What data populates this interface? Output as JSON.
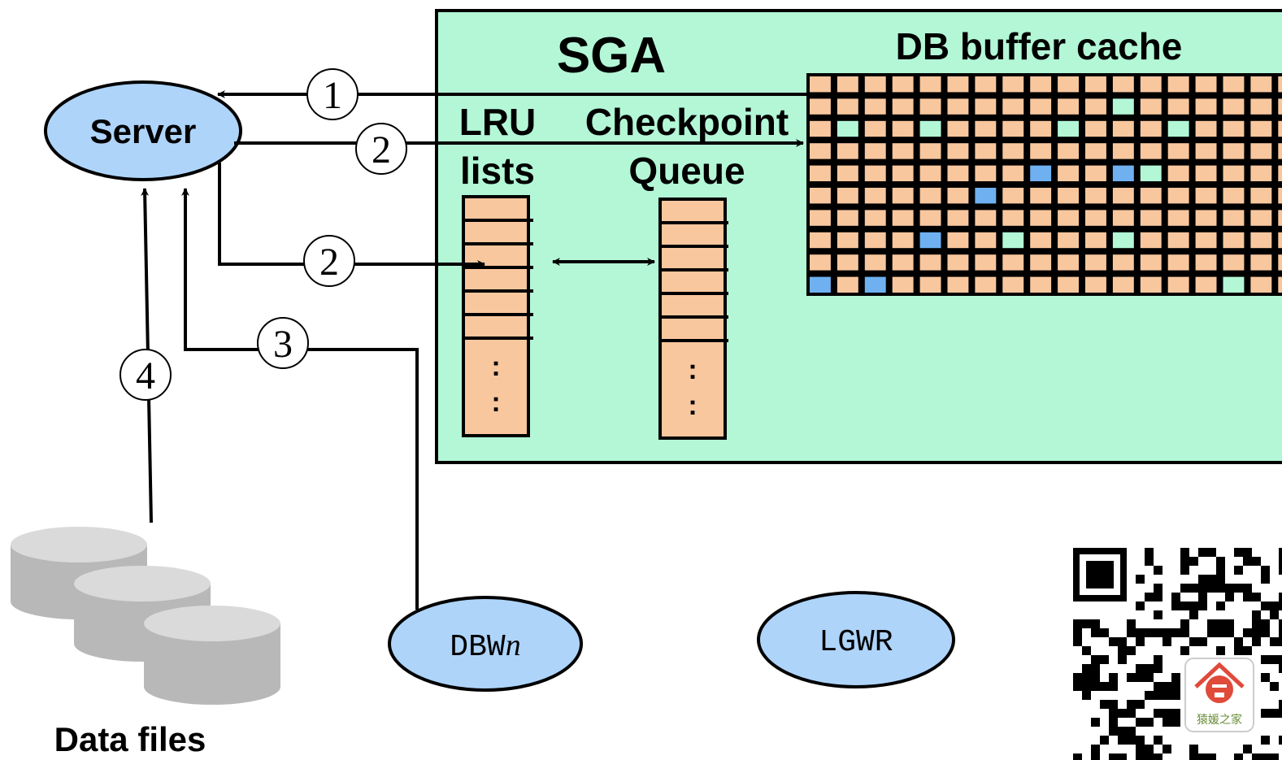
{
  "sga": {
    "title": "SGA",
    "buffer_cache_title": "DB buffer cache",
    "lru_label_line1": "LRU",
    "lru_label_line2": "lists",
    "checkpoint_label_line1": "Checkpoint",
    "checkpoint_label_line2": "Queue",
    "list_ellipsis": ":"
  },
  "processes": {
    "server": "Server",
    "dbwn_prefix": "DBW",
    "dbwn_suffix": "n",
    "lgwr": "LGWR"
  },
  "storage": {
    "data_files": "Data files"
  },
  "steps": {
    "one": "1",
    "two_a": "2",
    "two_b": "2",
    "three": "3",
    "four": "4"
  },
  "watermark": {
    "text": "猿媛之家",
    "type": "qr-code-with-logo"
  },
  "colors": {
    "sga_fill": "#b3f7d7",
    "buffer_fill": "#f9c79e",
    "process_fill": "#aed4fa",
    "highlight_blue": "#6fb1f0",
    "highlight_green": "#b3f7d7",
    "disk_fill": "#b8b8b8",
    "disk_top": "#dadada",
    "line": "#000000"
  },
  "buffer_grid": {
    "rows": 10,
    "visible_cols": 17,
    "highlighted_cells": [
      {
        "row": 1,
        "col": 11,
        "state": "green"
      },
      {
        "row": 2,
        "col": 1,
        "state": "green"
      },
      {
        "row": 2,
        "col": 4,
        "state": "green"
      },
      {
        "row": 2,
        "col": 9,
        "state": "green"
      },
      {
        "row": 2,
        "col": 13,
        "state": "green"
      },
      {
        "row": 4,
        "col": 8,
        "state": "blue"
      },
      {
        "row": 4,
        "col": 11,
        "state": "blue"
      },
      {
        "row": 4,
        "col": 12,
        "state": "green"
      },
      {
        "row": 5,
        "col": 6,
        "state": "blue"
      },
      {
        "row": 7,
        "col": 4,
        "state": "blue"
      },
      {
        "row": 7,
        "col": 7,
        "state": "green"
      },
      {
        "row": 7,
        "col": 11,
        "state": "green"
      },
      {
        "row": 9,
        "col": 0,
        "state": "blue"
      },
      {
        "row": 9,
        "col": 2,
        "state": "blue"
      },
      {
        "row": 9,
        "col": 15,
        "state": "green"
      }
    ]
  }
}
